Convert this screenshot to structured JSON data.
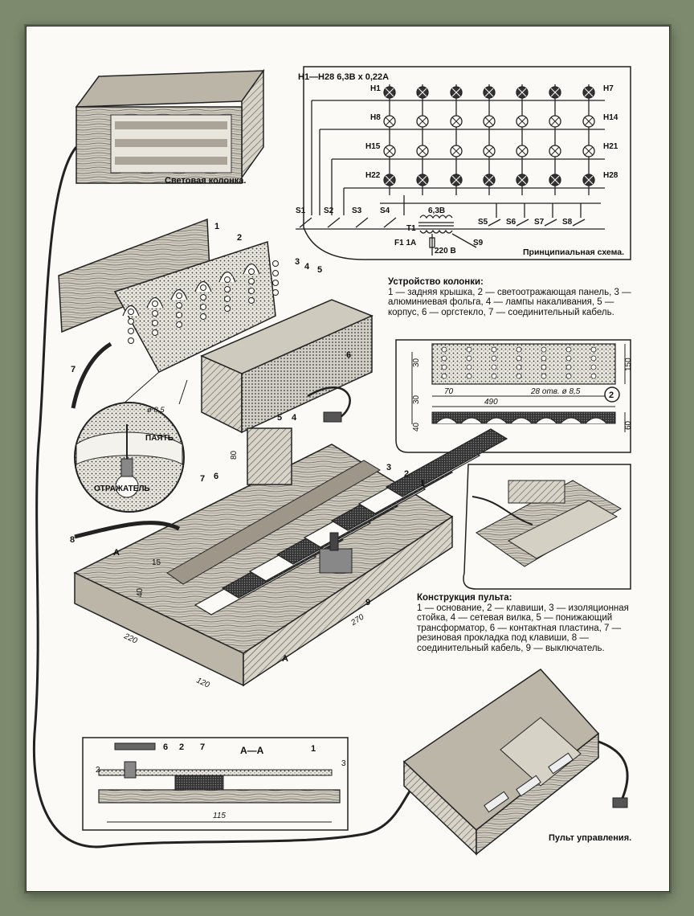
{
  "figure": {
    "light_column_label": "Световая колонка.",
    "schematic": {
      "title": "Н1—Н28 6,3В x 0,22А",
      "row_labels_left": [
        "Н1",
        "Н8",
        "Н15",
        "Н22"
      ],
      "row_labels_right": [
        "Н7",
        "Н14",
        "Н21",
        "Н28"
      ],
      "switches": [
        "S1",
        "S2",
        "S3",
        "S4",
        "S5",
        "S6",
        "S7",
        "S8"
      ],
      "transformer": "Т1",
      "voltage": "6,3В",
      "fuse": "F1 1А",
      "mains": "220 В",
      "mains_switch": "S9",
      "caption": "Принципиальная схема."
    },
    "column_parts": {
      "numbers": [
        "1",
        "2",
        "3",
        "4",
        "5",
        "6",
        "7"
      ],
      "title": "Устройство колонки:",
      "text": "1 — задняя крышка, 2 — светоотражающая панель, 3 — алюминиевая фольга, 4 — лампы накаливания, 5 — корпус, 6 — оргстекло, 7 — соединительный кабель."
    },
    "detail": {
      "solder_label": "ПАЯТЬ",
      "reflector_label": "ОТРАЖАТЕЛЬ",
      "hole": "ø 8,5"
    },
    "panel_drawing": {
      "dim_30a": "30",
      "dim_30b": "30",
      "dim_70": "70",
      "dim_490": "490",
      "holes": "28 отв. ø 8,5",
      "dim_150": "150",
      "badge": "2",
      "dim_40": "40",
      "dim_60": "60"
    },
    "console": {
      "numbers": [
        "1",
        "2",
        "3",
        "4",
        "5",
        "6",
        "7",
        "8",
        "9"
      ],
      "dim_80": "80",
      "dim_40": "40",
      "dim_15": "15",
      "dim_220": "220",
      "dim_120": "120",
      "dim_270": "270",
      "section_marker": "А",
      "title": "Конструкция пульта:",
      "text": "1 — основание, 2 — клавиши, 3 — изоляционная стойка, 4 — сетевая вилка, 5 — понижающий трансформатор, 6 — контактная пластина, 7 — резиновая прокладка под клавиши, 8 — соединительный кабель, 9 — выключатель."
    },
    "section_aa": {
      "title": "А—А",
      "dim_2": "2",
      "dim_3": "3",
      "dim_115": "115",
      "parts": [
        "6",
        "2",
        "7",
        "1"
      ]
    },
    "remote_caption": "Пульт управления."
  }
}
